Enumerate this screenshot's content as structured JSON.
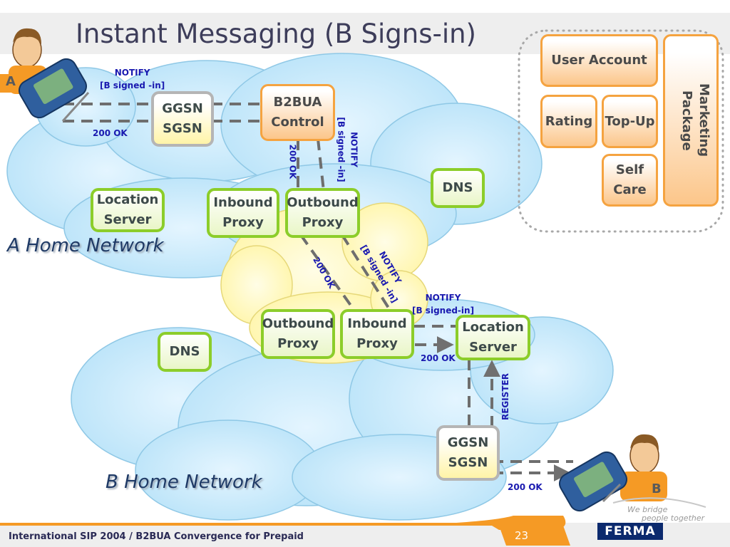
{
  "slide": {
    "title": "Instant Messaging (B Signs-in)",
    "footer": "International SIP 2004 / B2BUA Convergence for Prepaid",
    "page_number": "23",
    "logo": "FERMA",
    "slogan_line1": "We bridge",
    "slogan_line2": "people together"
  },
  "users": {
    "a_badge": "A",
    "b_badge": "B"
  },
  "networks": {
    "a_home": "A Home Network",
    "b_home": "B Home Network"
  },
  "nodes": {
    "ggsn_a": {
      "line1": "GGSN",
      "line2": "SGSN"
    },
    "b2bua": {
      "line1": "B2BUA",
      "line2": "Control"
    },
    "location_a": {
      "line1": "Location",
      "line2": "Server"
    },
    "inbound_a": {
      "line1": "Inbound",
      "line2": "Proxy"
    },
    "outbound_a": {
      "line1": "Outbound",
      "line2": "Proxy"
    },
    "dns_a": {
      "line1": "DNS"
    },
    "outbound_b": {
      "line1": "Outbound",
      "line2": "Proxy"
    },
    "inbound_b": {
      "line1": "Inbound",
      "line2": "Proxy"
    },
    "location_b": {
      "line1": "Location",
      "line2": "Server"
    },
    "dns_b": {
      "line1": "DNS"
    },
    "ggsn_b": {
      "line1": "GGSN",
      "line2": "SGSN"
    }
  },
  "services": {
    "user_account": "User Account",
    "rating": "Rating",
    "topup": "Top-Up",
    "self_care_1": "Self",
    "self_care_2": "Care",
    "marketing": "Marketing Package"
  },
  "messages": {
    "notify_a_1": "NOTIFY",
    "notify_a_2": "[B signed -in]",
    "ok_a": "200 OK",
    "ok_vert": "200 OK",
    "notify_vert": "NOTIFY",
    "notify_vert_2": "[B signed -in]",
    "ok_diag": "200 OK",
    "notify_diag_1": "NOTIFY",
    "notify_diag_2": "[B signed -in]",
    "notify_b_1": "NOTIFY",
    "notify_b_2": "[B signed-in]",
    "ok_b": "200 OK",
    "register": "REGISTER",
    "ok_b2": "200 OK"
  },
  "colors": {
    "green_border": "#8ccd2a",
    "orange_border": "#f5a340",
    "message_blue": "#1a1ab0",
    "cloud_blue": "#bfe6fb",
    "cloud_yellow": "#fffbbd"
  }
}
